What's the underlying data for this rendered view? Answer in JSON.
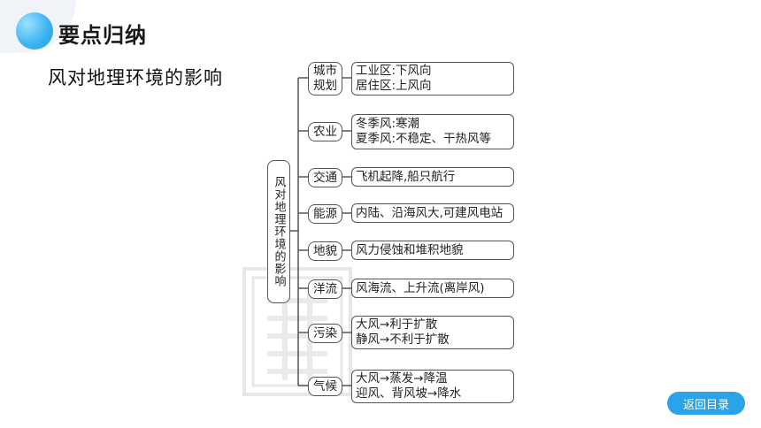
{
  "header": {
    "title": "要点归纳"
  },
  "subtitle": "风对地理环境的影响",
  "root": {
    "label": "风对地理环境的影响"
  },
  "categories": [
    {
      "label": "城市规划",
      "lines": [
        "工业区:下风向",
        "居住区:上风向"
      ]
    },
    {
      "label": "农业",
      "lines": [
        "冬季风:寒潮",
        "夏季风:不稳定、干热风等"
      ]
    },
    {
      "label": "交通",
      "lines": [
        "飞机起降,船只航行"
      ]
    },
    {
      "label": "能源",
      "lines": [
        "内陆、沿海风大,可建风电站"
      ]
    },
    {
      "label": "地貌",
      "lines": [
        "风力侵蚀和堆积地貌"
      ]
    },
    {
      "label": "洋流",
      "lines": [
        "风海流、上升流(离岸风)"
      ]
    },
    {
      "label": "污染",
      "lines": [
        "大风→利于扩散",
        "静风→不利于扩散"
      ]
    },
    {
      "label": "气候",
      "lines": [
        "大风→蒸发→降温",
        "迎风、背风坡→降水"
      ]
    }
  ],
  "back_button": {
    "label": "返回目录"
  },
  "colors": {
    "accent": "#2aa3e8",
    "line": "#555555"
  }
}
